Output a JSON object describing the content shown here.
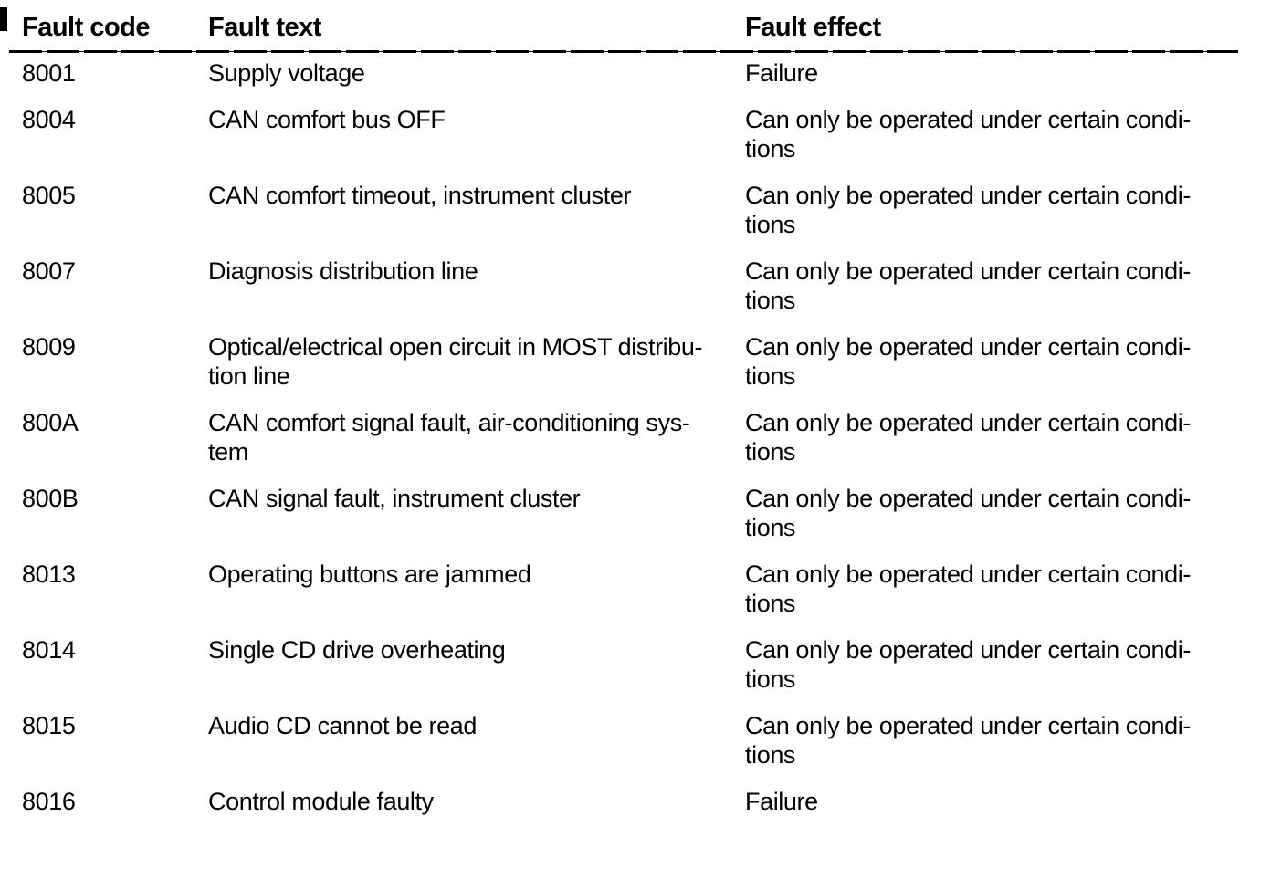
{
  "table": {
    "columns": {
      "code_label": "Fault code",
      "text_label": "Fault text",
      "effect_label": "Fault effect"
    },
    "rows": [
      {
        "code": "8001",
        "text": [
          "Supply voltage"
        ],
        "effect": [
          "Failure"
        ]
      },
      {
        "code": "8004",
        "text": [
          "CAN comfort bus OFF"
        ],
        "effect": [
          "Can only be operated under certain condi-",
          "tions"
        ]
      },
      {
        "code": "8005",
        "text": [
          "CAN comfort timeout, instrument cluster"
        ],
        "effect": [
          "Can only be operated under certain condi-",
          "tions"
        ]
      },
      {
        "code": "8007",
        "text": [
          "Diagnosis distribution line"
        ],
        "effect": [
          "Can only be operated under certain condi-",
          "tions"
        ]
      },
      {
        "code": "8009",
        "text": [
          "Optical/electrical open circuit in MOST distribu-",
          "tion line"
        ],
        "effect": [
          "Can only be operated under certain condi-",
          "tions"
        ]
      },
      {
        "code": "800A",
        "text": [
          "CAN comfort signal fault, air-conditioning sys-",
          "tem"
        ],
        "effect": [
          "Can only be operated under certain condi-",
          "tions"
        ]
      },
      {
        "code": "800B",
        "text": [
          "CAN signal fault, instrument cluster"
        ],
        "effect": [
          "Can only be operated under certain condi-",
          "tions"
        ]
      },
      {
        "code": "8013",
        "text": [
          "Operating buttons are jammed"
        ],
        "effect": [
          "Can only be operated under certain condi-",
          "tions"
        ]
      },
      {
        "code": "8014",
        "text": [
          "Single CD drive overheating"
        ],
        "effect": [
          "Can only be operated under certain condi-",
          "tions"
        ]
      },
      {
        "code": "8015",
        "text": [
          "Audio CD cannot be read"
        ],
        "effect": [
          "Can only be operated under certain condi-",
          "tions"
        ]
      },
      {
        "code": "8016",
        "text": [
          "Control module faulty"
        ],
        "effect": [
          "Failure"
        ]
      }
    ],
    "colors": {
      "text": "#000000",
      "background": "#ffffff",
      "rule": "#000000"
    }
  }
}
